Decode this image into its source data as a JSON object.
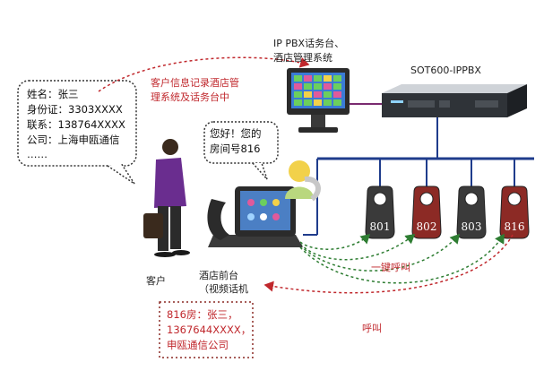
{
  "pbx_console_label_line1": "IP PBX话务台、",
  "pbx_console_label_line2": "酒店管理系统",
  "ippbx_label": "SOT600-IPPBX",
  "record_note_line1": "客户信息记录酒店管",
  "record_note_line2": "理系统及话务台中",
  "customer_info": [
    "姓名：张三",
    "身份证：3303XXXX",
    "联系：138764XXXX",
    "公司：上海申瓯通信",
    "……"
  ],
  "greeting_line1": "您好！您的",
  "greeting_line2": "房间号816",
  "customer_label": "客户",
  "front_desk_label_line1": "酒店前台",
  "front_desk_label_line2": "（视频话机",
  "one_key_call_label": "一键呼叫",
  "call_label": "呼叫",
  "room_info": [
    "816房：张三，",
    "1367644XXXX，",
    "申瓯通信公司"
  ],
  "room_tags": [
    {
      "number": "801",
      "color": "#3a3a3a"
    },
    {
      "number": "802",
      "color": "#8c2a25"
    },
    {
      "number": "803",
      "color": "#3a3a3a"
    },
    {
      "number": "816",
      "color": "#8c2a25"
    }
  ],
  "colors": {
    "bus_line": "#1f3c8c",
    "arrow_red": "#c0282d",
    "arrow_green": "#2e7d32",
    "text_red": "#c0282d"
  }
}
